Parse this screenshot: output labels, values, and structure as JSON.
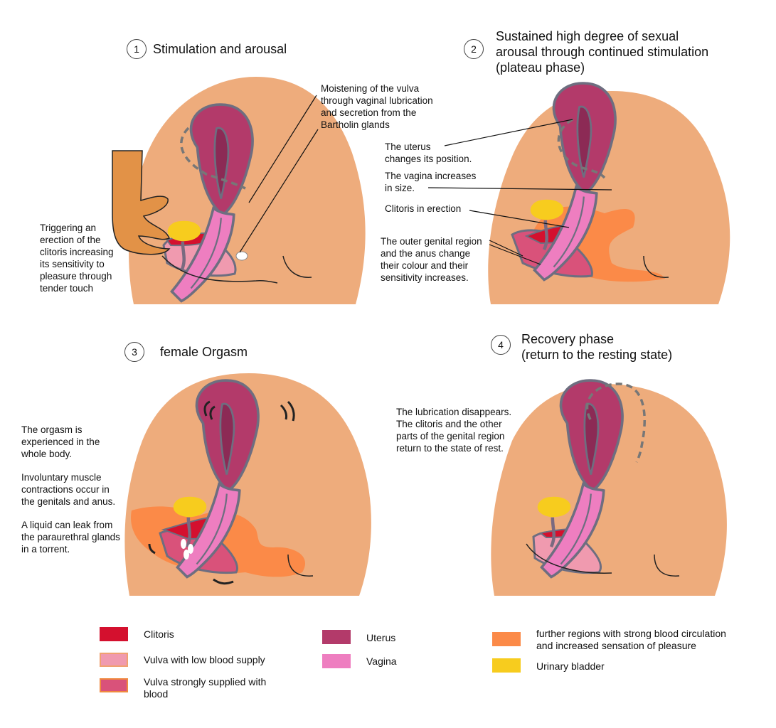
{
  "panels": [
    {
      "number": "1",
      "title": "Stimulation and arousal"
    },
    {
      "number": "2",
      "title": "Sustained high degree of sexual\narousal through continued stimulation\n(plateau phase)"
    },
    {
      "number": "3",
      "title": "female Orgasm"
    },
    {
      "number": "4",
      "title": "Recovery phase\n(return to the resting state)"
    }
  ],
  "annotations": {
    "p1_lubrication": "Moistening of the vulva\nthrough vaginal lubrication\nand secretion from the\nBartholin glands",
    "p1_trigger": "Triggering an\nerection of the\nclitoris increasing\nits sensitivity to\npleasure through\ntender touch",
    "p2_uterus": "The uterus\nchanges its position.",
    "p2_vagina": "The vagina increases\nin size.",
    "p2_clitoris": "Clitoris in erection",
    "p2_outer": "The outer genital region\nand the anus change\ntheir colour and their\nsensitivity increases.",
    "p3_body": "The orgasm is\nexperienced in the\nwhole body.",
    "p3_muscle": "Involuntary muscle\ncontractions occur in\nthe genitals and anus.",
    "p3_liquid": "A liquid can leak from\nthe paraurethral glands\nin a torrent.",
    "p4_rest": "The lubrication disappears.\nThe clitoris and the other\nparts of the genital region\nreturn to the state of rest."
  },
  "legend": [
    {
      "label": "Clitoris",
      "color": "#d4102e",
      "border": "#d4102e"
    },
    {
      "label": "Vulva with low blood supply",
      "color": "#f09aaf",
      "border": "#f0a070"
    },
    {
      "label": "Vulva strongly supplied with\nblood",
      "color": "#d9527a",
      "border": "#f08a40"
    },
    {
      "label": "Uterus",
      "color": "#b33a6a",
      "border": "#b33a6a"
    },
    {
      "label": "Vagina",
      "color": "#ee7ec0",
      "border": "#ee7ec0"
    },
    {
      "label": "further regions with strong blood circulation\nand increased sensation of pleasure",
      "color": "#fb8a48",
      "border": "#fb8a48"
    },
    {
      "label": "Urinary bladder",
      "color": "#f7cc1e",
      "border": "#f7cc1e"
    }
  ],
  "colors": {
    "skin": "#eeac7c",
    "hand": "#e29247",
    "clitoris": "#d4102e",
    "uterus": "#b33a6a",
    "uterus_dark": "#8c2a55",
    "vagina": "#ee7ec0",
    "vulva_low": "#f09aaf",
    "vulva_high": "#d9527a",
    "hot_region": "#fb8a48",
    "bladder": "#f7cc1e",
    "tissue_outline": "#7a6a80"
  }
}
